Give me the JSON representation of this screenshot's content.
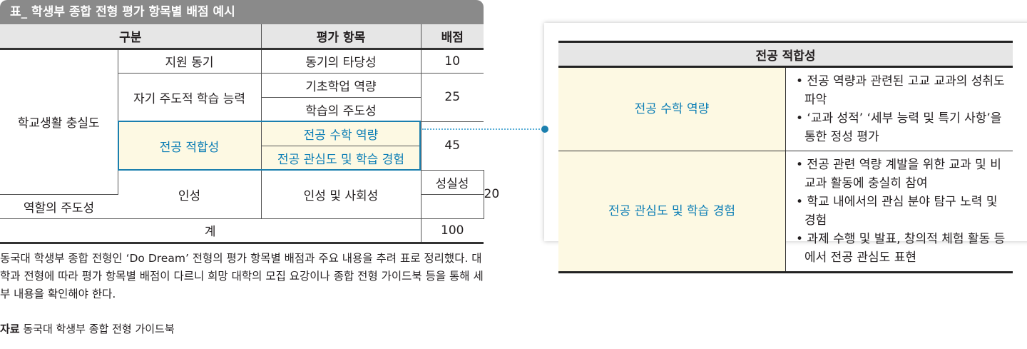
{
  "title": "표_ 학생부 종합 전형 평가 항목별 배점 예시",
  "headers": {
    "category": "구분",
    "item": "평가 항목",
    "score": "배점"
  },
  "rows": {
    "school_life": "학교생활 충실도",
    "motivation": "지원 동기",
    "motivation_item": "동기의 타당성",
    "motivation_score": "10",
    "self_directed": "자기 주도적 학습 능력",
    "basic_academic": "기초학업 역량",
    "learning_initiative": "학습의 주도성",
    "self_directed_score": "25",
    "major_fit": "전공 적합성",
    "major_math": "전공 수학 역량",
    "major_interest": "전공 관심도 및 학습 경험",
    "major_fit_score": "45",
    "character": "인성",
    "character_social": "인성 및 사회성",
    "sincerity": "성실성",
    "role_initiative": "역할의 주도성",
    "character_score": "20",
    "total_label": "계",
    "total_score": "100"
  },
  "caption": "동국대 학생부 종합 전형인 ‘Do Dream’ 전형의 평가 항목별 배점과 주요 내용을 추려 표로 정리했다. 대학과 전형에 따라 평가 항목별 배점이 다르니 희망 대학의 모집 요강이나 종합 전형 가이드북 등을 통해 세부 내용을 확인해야 한다.",
  "source": {
    "label": "자료",
    "text": " 동국대 학생부 종합 전형 가이드북"
  },
  "detail": {
    "header": "전공 적합성",
    "items": [
      {
        "label": "전공 수학 역량",
        "bullets": [
          "• 전공 역량과 관련된 고교 교과의 성취도 파악",
          "• ‘교과 성적’ ‘세부 능력 및 특기 사항’을 통한 정성 평가"
        ]
      },
      {
        "label": "전공 관심도 및 학습 경험",
        "bullets": [
          "• 전공 관련 역량 계발을 위한 교과 및 비교과 활동에 충실히 참여",
          "• 학교 내에서의 관심 분야 탐구 노력 및 경험",
          "• 과제 수행 및 발표, 창의적 체험 활동 등에서 전공 관심도 표현"
        ]
      }
    ]
  },
  "colors": {
    "accent": "#0a7db5",
    "highlight_bg": "#fdf9e3",
    "title_bg": "#8a8a8a",
    "header_bg": "#e6e6e6"
  }
}
